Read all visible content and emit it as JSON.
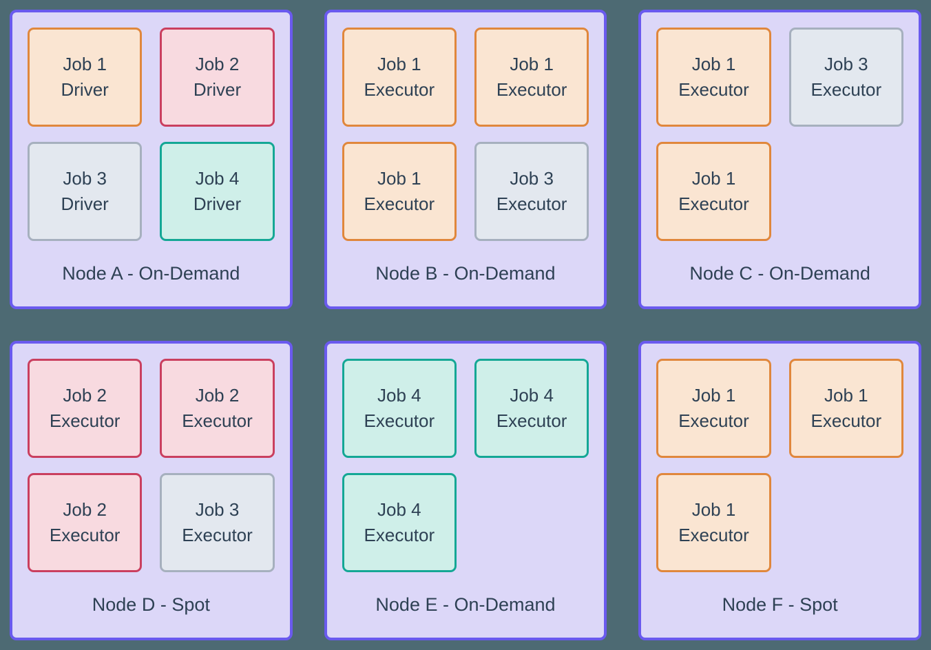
{
  "colors": {
    "page_background": "#4D6A73",
    "node_border": "#6A5AEE",
    "node_fill": "#DCD7F8",
    "text": "#2E4154",
    "job_styles": {
      "job1": {
        "border": "#E0873C",
        "fill": "#FAE5D2"
      },
      "job2": {
        "border": "#CA3F5F",
        "fill": "#F8DAE0"
      },
      "job3": {
        "border": "#A6B0BE",
        "fill": "#E3E8EF"
      },
      "job4": {
        "border": "#14A795",
        "fill": "#CFEFE9"
      }
    }
  },
  "nodes": [
    {
      "label": "Node A - On-Demand",
      "jobs": [
        {
          "line1": "Job 1",
          "line2": "Driver",
          "style": "job1"
        },
        {
          "line1": "Job 2",
          "line2": "Driver",
          "style": "job2"
        },
        {
          "line1": "Job 3",
          "line2": "Driver",
          "style": "job3"
        },
        {
          "line1": "Job 4",
          "line2": "Driver",
          "style": "job4"
        }
      ]
    },
    {
      "label": "Node B - On-Demand",
      "jobs": [
        {
          "line1": "Job 1",
          "line2": "Executor",
          "style": "job1"
        },
        {
          "line1": "Job 1",
          "line2": "Executor",
          "style": "job1"
        },
        {
          "line1": "Job 1",
          "line2": "Executor",
          "style": "job1"
        },
        {
          "line1": "Job 3",
          "line2": "Executor",
          "style": "job3"
        }
      ]
    },
    {
      "label": "Node C - On-Demand",
      "jobs": [
        {
          "line1": "Job 1",
          "line2": "Executor",
          "style": "job1"
        },
        {
          "line1": "Job 3",
          "line2": "Executor",
          "style": "job3"
        },
        {
          "line1": "Job 1",
          "line2": "Executor",
          "style": "job1"
        }
      ]
    },
    {
      "label": "Node D - Spot",
      "jobs": [
        {
          "line1": "Job 2",
          "line2": "Executor",
          "style": "job2"
        },
        {
          "line1": "Job 2",
          "line2": "Executor",
          "style": "job2"
        },
        {
          "line1": "Job 2",
          "line2": "Executor",
          "style": "job2"
        },
        {
          "line1": "Job 3",
          "line2": "Executor",
          "style": "job3"
        }
      ]
    },
    {
      "label": "Node E - On-Demand",
      "jobs": [
        {
          "line1": "Job 4",
          "line2": "Executor",
          "style": "job4"
        },
        {
          "line1": "Job 4",
          "line2": "Executor",
          "style": "job4"
        },
        {
          "line1": "Job 4",
          "line2": "Executor",
          "style": "job4"
        }
      ]
    },
    {
      "label": "Node F - Spot",
      "jobs": [
        {
          "line1": "Job 1",
          "line2": "Executor",
          "style": "job1"
        },
        {
          "line1": "Job 1",
          "line2": "Executor",
          "style": "job1"
        },
        {
          "line1": "Job 1",
          "line2": "Executor",
          "style": "job1"
        }
      ]
    }
  ]
}
